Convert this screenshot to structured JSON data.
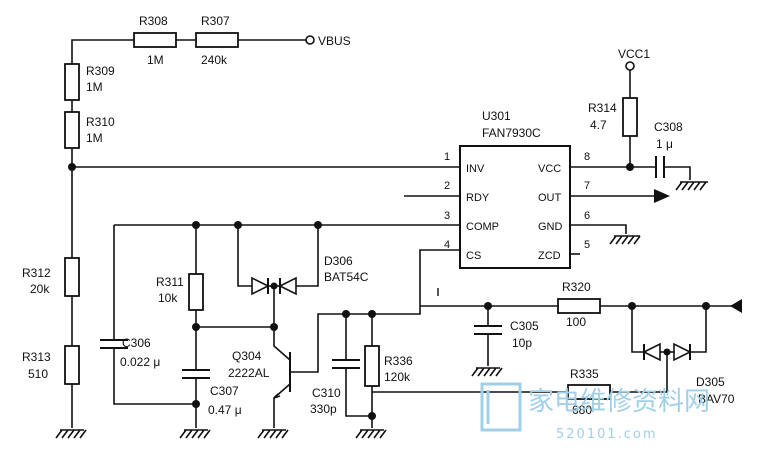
{
  "ic": {
    "ref": "U301",
    "part": "FAN7930C",
    "pins": [
      {
        "num": "1",
        "name": "INV"
      },
      {
        "num": "2",
        "name": "RDY"
      },
      {
        "num": "3",
        "name": "COMP"
      },
      {
        "num": "4",
        "name": "CS"
      },
      {
        "num": "8",
        "name": "VCC"
      },
      {
        "num": "7",
        "name": "OUT"
      },
      {
        "num": "6",
        "name": "GND"
      },
      {
        "num": "5",
        "name": "ZCD"
      }
    ]
  },
  "nets": {
    "vbus": "VBUS",
    "vcc1": "VCC1"
  },
  "resistors": [
    {
      "ref": "R308",
      "value": "1M"
    },
    {
      "ref": "R307",
      "value": "240k"
    },
    {
      "ref": "R309",
      "value": "1M"
    },
    {
      "ref": "R310",
      "value": "1M"
    },
    {
      "ref": "R312",
      "value": "20k"
    },
    {
      "ref": "R313",
      "value": "510"
    },
    {
      "ref": "R311",
      "value": "10k"
    },
    {
      "ref": "R336",
      "value": "120k"
    },
    {
      "ref": "R314",
      "value": "4.7"
    },
    {
      "ref": "R320",
      "value": "100"
    },
    {
      "ref": "R335",
      "value": "680"
    }
  ],
  "capacitors": [
    {
      "ref": "C306",
      "value": "0.022 μ"
    },
    {
      "ref": "C307",
      "value": "0.47 μ"
    },
    {
      "ref": "C310",
      "value": "330p"
    },
    {
      "ref": "C305",
      "value": "10p"
    },
    {
      "ref": "C308",
      "value": "1 μ"
    }
  ],
  "semis": [
    {
      "ref": "D306",
      "value": "BAT54C"
    },
    {
      "ref": "Q304",
      "value": "2222AL"
    },
    {
      "ref": "D305",
      "value": "BAV70"
    }
  ],
  "watermark": {
    "text": "家电维修资料网",
    "url": "520101.com"
  }
}
